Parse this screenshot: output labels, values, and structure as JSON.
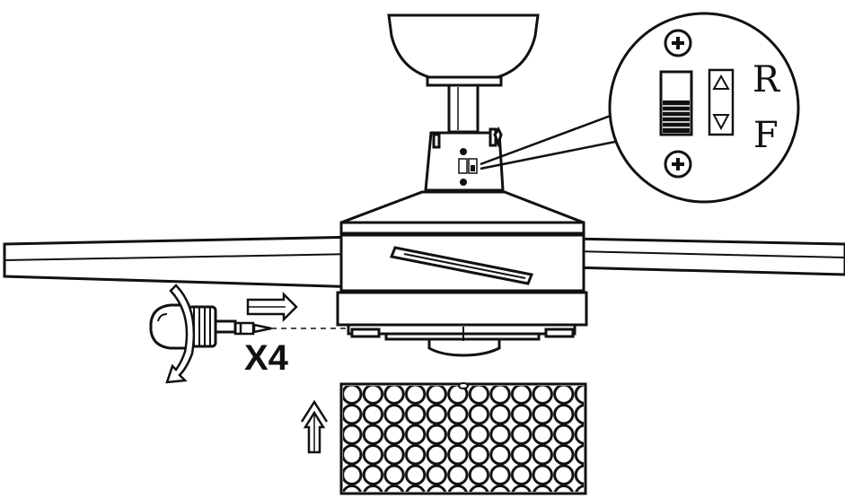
{
  "labels": {
    "reverse": "R",
    "forward": "F",
    "quantity": "X4"
  },
  "icons": {
    "top_screw": "phillips-screw-icon",
    "bottom_screw": "phillips-screw-icon",
    "direction_switch": "reverse-forward-switch-icon",
    "rotate": "rotation-arrow-icon",
    "slide_in": "arrow-right-icon",
    "lift_up": "arrow-up-icon"
  },
  "colors": {
    "line": "#111111",
    "background": "#ffffff"
  }
}
